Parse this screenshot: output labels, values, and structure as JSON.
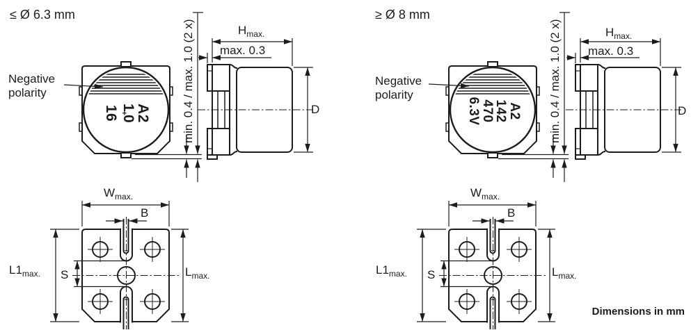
{
  "colors": {
    "ink": "#1c1c1c",
    "background": "#ffffff"
  },
  "footer": {
    "note": "Dimensions in mm"
  },
  "groups": {
    "small": {
      "title": "≤ Ø 6.3 mm",
      "polarity_label": "Negative polarity",
      "terminal_length_label": "min. 0.4 / max. 1.0 (2 x)",
      "marking": {
        "line1": "A2",
        "line2_left": "1",
        "polarity_plus": "+",
        "line2_right": "0",
        "line3": "16"
      },
      "dims": {
        "height": "H",
        "height_sub": "max.",
        "standoff": "max. 0.3",
        "diameter": "D",
        "width": "W",
        "width_sub": "max.",
        "terminal_width": "B",
        "length1": "L1",
        "length1_sub": "max.",
        "gap": "S",
        "length": "L",
        "length_sub": "max."
      }
    },
    "large": {
      "title": "≥ Ø 8 mm",
      "polarity_label": "Negative polarity",
      "terminal_length_label": "min. 0.4 / max. 1.0 (2 x)",
      "marking": {
        "line1": "A2",
        "line2": "142",
        "line3": "470",
        "line4": "6.3V"
      },
      "dims": {
        "height": "H",
        "height_sub": "max.",
        "standoff": "max. 0.3",
        "diameter": "D",
        "width": "W",
        "width_sub": "max.",
        "terminal_width": "B",
        "length1": "L1",
        "length1_sub": "max.",
        "gap": "S",
        "length": "L",
        "length_sub": "max."
      }
    }
  }
}
